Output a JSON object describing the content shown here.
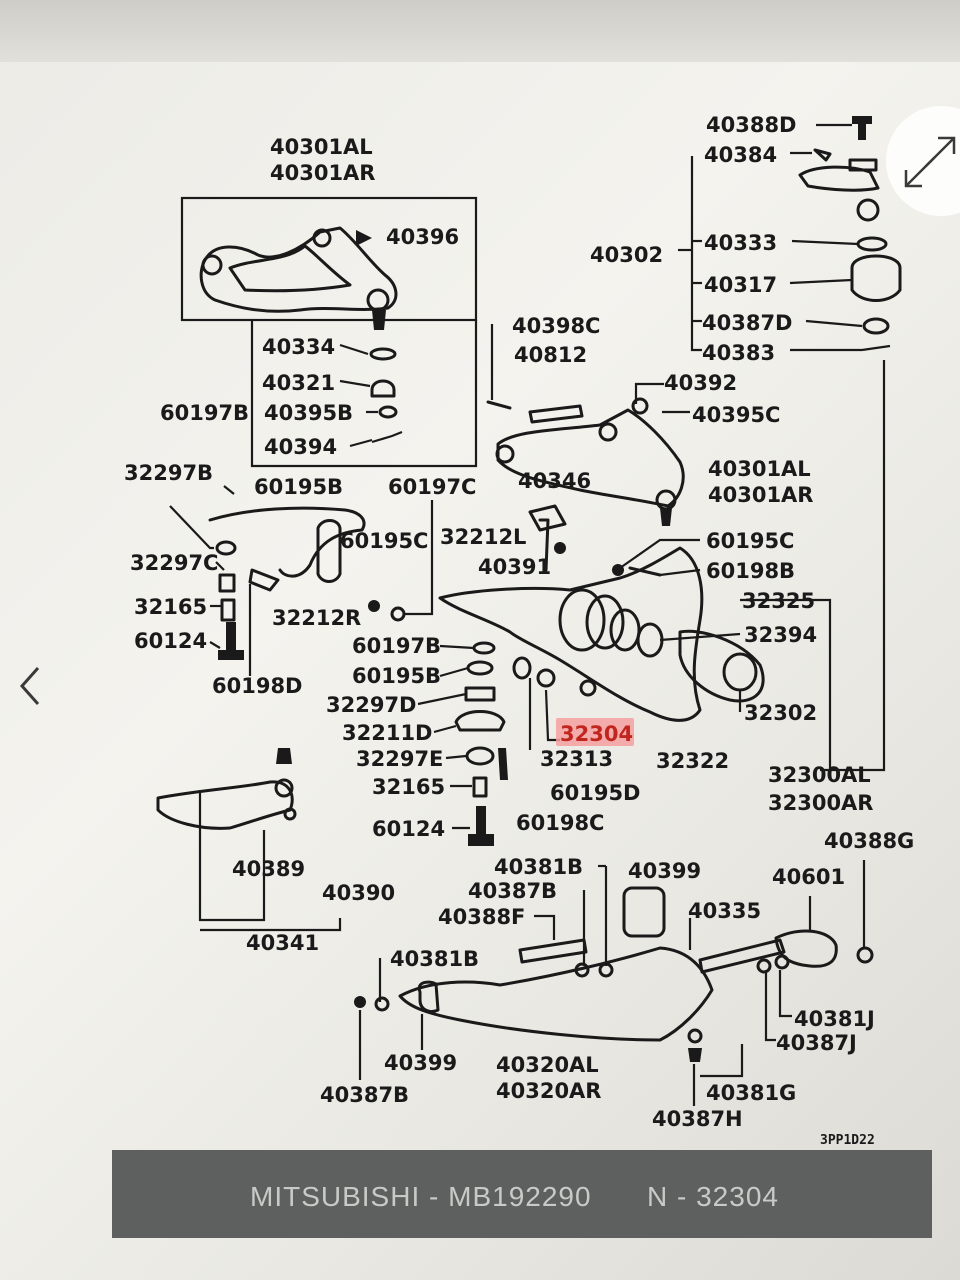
{
  "diagram": {
    "figure_code": "3PP1D22",
    "highlight_color": "#f4a0a0",
    "labels": [
      {
        "id": "l1",
        "text": "40388D"
      },
      {
        "id": "l2",
        "text": "40384"
      },
      {
        "id": "l3",
        "text": "40301AL"
      },
      {
        "id": "l4",
        "text": "40301AR"
      },
      {
        "id": "l5",
        "text": "40396"
      },
      {
        "id": "l6",
        "text": "40302"
      },
      {
        "id": "l7",
        "text": "40333"
      },
      {
        "id": "l8",
        "text": "40317"
      },
      {
        "id": "l9",
        "text": "40387D"
      },
      {
        "id": "l10",
        "text": "40383"
      },
      {
        "id": "l11",
        "text": "40398C"
      },
      {
        "id": "l12",
        "text": "40812"
      },
      {
        "id": "l13",
        "text": "40334"
      },
      {
        "id": "l14",
        "text": "40321"
      },
      {
        "id": "l15",
        "text": "60197B"
      },
      {
        "id": "l16",
        "text": "40395B"
      },
      {
        "id": "l17",
        "text": "40394"
      },
      {
        "id": "l18",
        "text": "40392"
      },
      {
        "id": "l19",
        "text": "40395C"
      },
      {
        "id": "l20",
        "text": "32297B"
      },
      {
        "id": "l21",
        "text": "60195B"
      },
      {
        "id": "l22",
        "text": "60197C"
      },
      {
        "id": "l23",
        "text": "40346"
      },
      {
        "id": "l24",
        "text": "40301AL"
      },
      {
        "id": "l25",
        "text": "40301AR"
      },
      {
        "id": "l26",
        "text": "60195C"
      },
      {
        "id": "l27",
        "text": "32212L"
      },
      {
        "id": "l28",
        "text": "60195C"
      },
      {
        "id": "l29",
        "text": "32297C"
      },
      {
        "id": "l30",
        "text": "40391"
      },
      {
        "id": "l31",
        "text": "60198B"
      },
      {
        "id": "l32",
        "text": "32325"
      },
      {
        "id": "l33",
        "text": "32165"
      },
      {
        "id": "l34",
        "text": "32212R"
      },
      {
        "id": "l35",
        "text": "32394"
      },
      {
        "id": "l36",
        "text": "60124"
      },
      {
        "id": "l37",
        "text": "60197B"
      },
      {
        "id": "l38",
        "text": "60195B"
      },
      {
        "id": "l39",
        "text": "60198D"
      },
      {
        "id": "l40",
        "text": "32297D"
      },
      {
        "id": "l41",
        "text": "32302"
      },
      {
        "id": "l42",
        "text": "32211D"
      },
      {
        "id": "l43",
        "text": "32304",
        "highlight": true
      },
      {
        "id": "l44",
        "text": "32297E"
      },
      {
        "id": "l45",
        "text": "32313"
      },
      {
        "id": "l46",
        "text": "32322"
      },
      {
        "id": "l47",
        "text": "32300AL"
      },
      {
        "id": "l48",
        "text": "32165"
      },
      {
        "id": "l49",
        "text": "60195D"
      },
      {
        "id": "l50",
        "text": "32300AR"
      },
      {
        "id": "l51",
        "text": "60124"
      },
      {
        "id": "l52",
        "text": "60198C"
      },
      {
        "id": "l53",
        "text": "40388G"
      },
      {
        "id": "l54",
        "text": "40389"
      },
      {
        "id": "l55",
        "text": "40381B"
      },
      {
        "id": "l56",
        "text": "40399"
      },
      {
        "id": "l57",
        "text": "40601"
      },
      {
        "id": "l58",
        "text": "40390"
      },
      {
        "id": "l59",
        "text": "40387B"
      },
      {
        "id": "l60",
        "text": "40335"
      },
      {
        "id": "l61",
        "text": "40388F"
      },
      {
        "id": "l62",
        "text": "40341"
      },
      {
        "id": "l63",
        "text": "40381B"
      },
      {
        "id": "l64",
        "text": "40381J"
      },
      {
        "id": "l65",
        "text": "40387J"
      },
      {
        "id": "l66",
        "text": "40399"
      },
      {
        "id": "l67",
        "text": "40320AL"
      },
      {
        "id": "l68",
        "text": "40381G"
      },
      {
        "id": "l69",
        "text": "40320AR"
      },
      {
        "id": "l70",
        "text": "40387B"
      },
      {
        "id": "l71",
        "text": "40387H"
      }
    ]
  },
  "caption": {
    "part_number": "MITSUBISHI - MB192290",
    "reference": "N - 32304"
  },
  "controls": {
    "back_icon": "chevron-left-icon",
    "expand_icon": "expand-arrows-icon"
  }
}
